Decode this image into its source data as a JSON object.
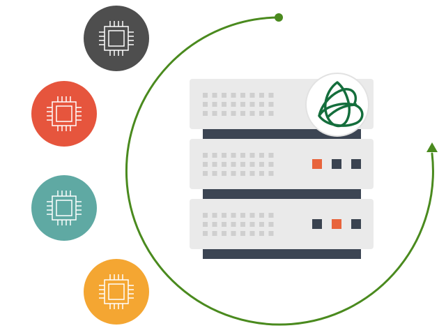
{
  "colors": {
    "arc": "#4a8a1e",
    "server_panel": "#eaeaea",
    "server_dots": "#cfcfcf",
    "server_base": "#3c4553",
    "led_orange": "#e8643c",
    "led_dark": "#3a4350",
    "logo_green": "#146e3c",
    "chip_circles": [
      "#4e4e4e",
      "#e6553d",
      "#5fa9a3",
      "#f4a632"
    ]
  },
  "icons": {
    "chips": [
      "cpu-chip-icon",
      "cpu-chip-icon",
      "cpu-chip-icon",
      "cpu-chip-icon"
    ],
    "logo": "trinity-knot-logo",
    "arrow": "arrow-up-icon"
  },
  "server": {
    "units": [
      {
        "leds": []
      },
      {
        "leds": [
          "orange",
          "dark",
          "dark"
        ]
      },
      {
        "leds": [
          "dark",
          "orange",
          "dark"
        ]
      }
    ]
  }
}
